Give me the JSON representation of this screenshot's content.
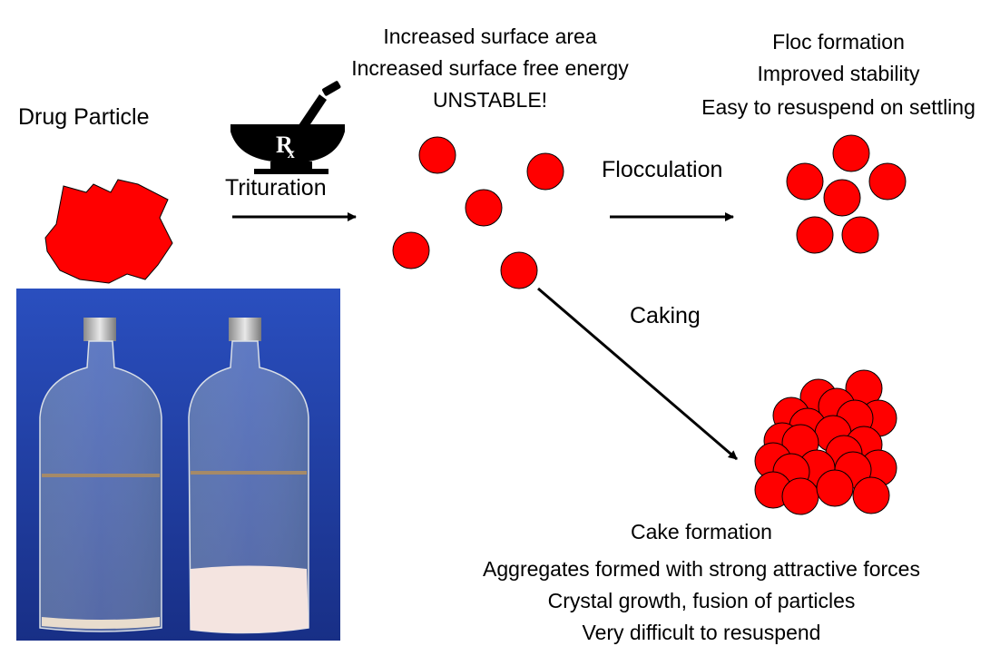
{
  "labels": {
    "drug_particle": "Drug Particle",
    "trituration": "Trituration",
    "rx": "Rx",
    "flocculation": "Flocculation",
    "caking": "Caking"
  },
  "trituration_result": {
    "lines": [
      "Increased surface area",
      "Increased surface free energy",
      "UNSTABLE!"
    ]
  },
  "floc_result": {
    "lines": [
      "Floc formation",
      "Improved stability",
      "Easy to resuspend on settling"
    ]
  },
  "cake_result": {
    "lines": [
      "Cake formation",
      "Aggregates formed with strong attractive forces",
      "Crystal growth, fusion of particles",
      "Very difficult to resuspend"
    ]
  },
  "colors": {
    "particle_fill": "#ff0000",
    "particle_stroke": "#000000",
    "photo_background": "#1f3fa0",
    "arrow": "#000000"
  },
  "icons": {
    "mortar": "mortar-and-pestle-icon"
  }
}
